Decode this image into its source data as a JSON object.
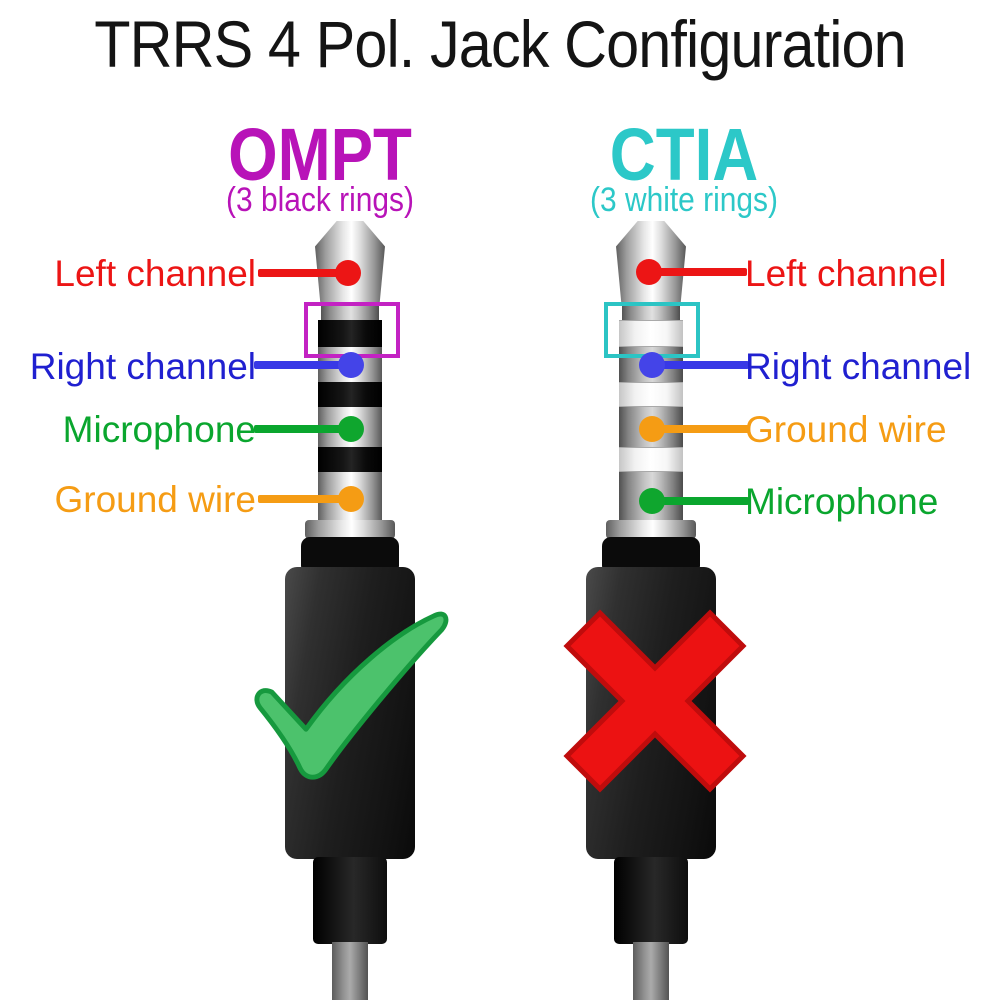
{
  "title": {
    "text": "TRRS 4 Pol. Jack Configuration",
    "color": "#141414"
  },
  "columns": [
    {
      "name": "OMPT",
      "subtitle": "(3 black rings)",
      "accent_color": "#b813b8",
      "ring_style": "black",
      "highlight_box_color": "#c322c3",
      "verdict": "correct",
      "verdict_icon": "checkmark-icon",
      "verdict_color": "#4cc26c",
      "pins": [
        {
          "label": "Left channel",
          "color": "#ec1515",
          "band": "tip"
        },
        {
          "label": "Right channel",
          "color": "#2020d0",
          "band": "segment-1"
        },
        {
          "label": "Microphone",
          "color": "#0aa62e",
          "band": "segment-2"
        },
        {
          "label": "Ground wire",
          "color": "#f59c14",
          "band": "sleeve"
        }
      ]
    },
    {
      "name": "CTIA",
      "subtitle": "(3 white rings)",
      "accent_color": "#2cc8c8",
      "ring_style": "white",
      "highlight_box_color": "#2cc4c4",
      "verdict": "incorrect",
      "verdict_icon": "cross-icon",
      "verdict_color": "#ec1212",
      "pins": [
        {
          "label": "Left channel",
          "color": "#ec1515",
          "band": "tip"
        },
        {
          "label": "Right channel",
          "color": "#2020d0",
          "band": "segment-1"
        },
        {
          "label": "Ground wire",
          "color": "#f59c14",
          "band": "segment-2"
        },
        {
          "label": "Microphone",
          "color": "#0aa62e",
          "band": "sleeve"
        }
      ]
    }
  ]
}
